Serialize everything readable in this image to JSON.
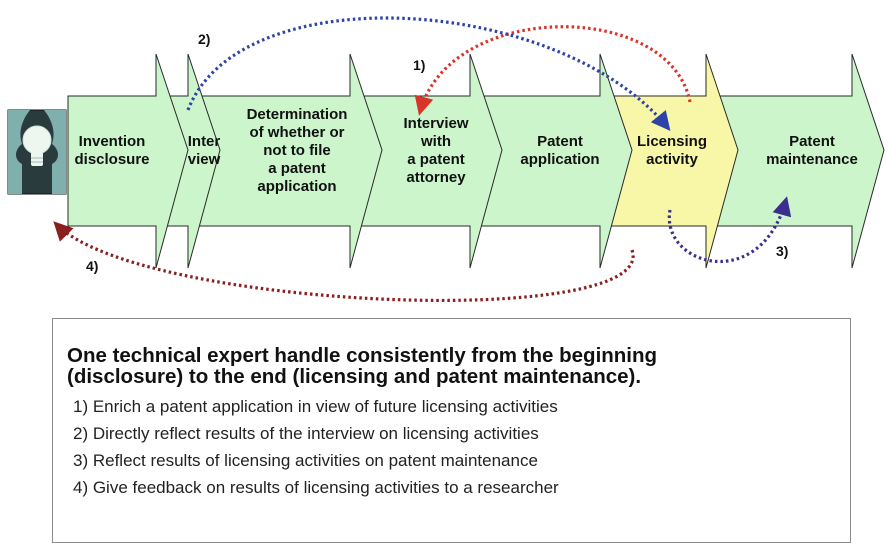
{
  "stages": [
    {
      "id": "invention-disclosure",
      "lines": [
        "Invention",
        "disclosure"
      ],
      "fill": "#ccf5cc"
    },
    {
      "id": "interview",
      "lines": [
        "Inter",
        "view"
      ],
      "fill": "#ccf5cc"
    },
    {
      "id": "determination",
      "lines": [
        "Determination",
        "of whether or",
        "not to file",
        "a patent",
        "application"
      ],
      "fill": "#ccf5cc"
    },
    {
      "id": "patent-attorney-interview",
      "lines": [
        "Interview",
        "with",
        "a patent",
        "attorney"
      ],
      "fill": "#ccf5cc"
    },
    {
      "id": "patent-application",
      "lines": [
        "Patent",
        "application"
      ],
      "fill": "#ccf5cc"
    },
    {
      "id": "licensing-activity",
      "lines": [
        "Licensing",
        "activity"
      ],
      "fill": "#f8f7a8"
    },
    {
      "id": "patent-maintenance",
      "lines": [
        "Patent",
        "maintenance"
      ],
      "fill": "#ccf5cc"
    }
  ],
  "researcher_icon": "researcher-lightbulb-head-icon",
  "feedback_arrows": [
    {
      "label": "1)",
      "color": "#d9342a",
      "from": "licensing-activity",
      "to": "patent-attorney-interview"
    },
    {
      "label": "2)",
      "color": "#2e43a8",
      "from": "interview",
      "to": "licensing-activity"
    },
    {
      "label": "3)",
      "color": "#3a2e8f",
      "from": "licensing-activity",
      "to": "patent-maintenance"
    },
    {
      "label": "4)",
      "color": "#8a1f1f",
      "from": "licensing-activity",
      "to": "researcher"
    }
  ],
  "summary": {
    "title_line1": "One technical expert handle consistently from the beginning",
    "title_line2": "(disclosure) to the end (licensing and patent maintenance).",
    "items": [
      "1) Enrich a patent application in view of future licensing activities",
      "2) Directly reflect results of the interview on licensing activities",
      "3) Reflect results of licensing activities on patent maintenance",
      "4) Give feedback on results of licensing activities to a researcher"
    ]
  }
}
